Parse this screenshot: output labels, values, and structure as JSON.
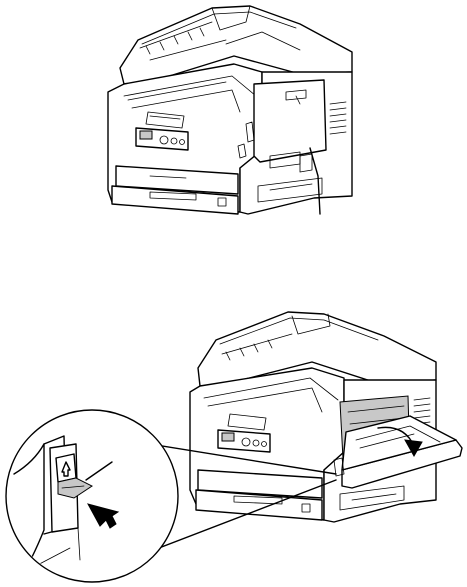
{
  "figure": {
    "background": "#ffffff",
    "ink": "#000000",
    "shade": "#c8c8c8",
    "panels": [
      {
        "id": "printer-side-panel-closed",
        "icons": [
          "printer-icon",
          "callout-line"
        ]
      },
      {
        "id": "printer-side-panel-open",
        "icons": [
          "printer-icon",
          "open-panel-arrow",
          "zoom-callout",
          "lever-icon",
          "push-arrow"
        ]
      }
    ]
  }
}
